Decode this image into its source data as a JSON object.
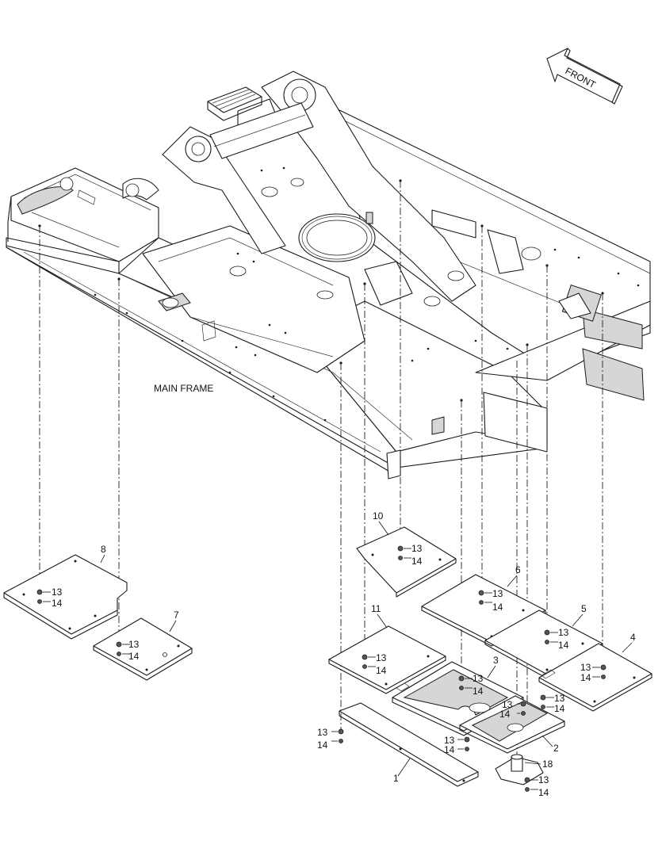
{
  "labels": {
    "main_frame": "MAIN FRAME",
    "front": "FRONT"
  },
  "callouts": {
    "p1": "1",
    "p2": "2",
    "p3": "3",
    "p4": "4",
    "p5": "5",
    "p6": "6",
    "p7": "7",
    "p8": "8",
    "p10": "10",
    "p11": "11",
    "p18": "18",
    "bolt": "13",
    "washer": "14"
  }
}
